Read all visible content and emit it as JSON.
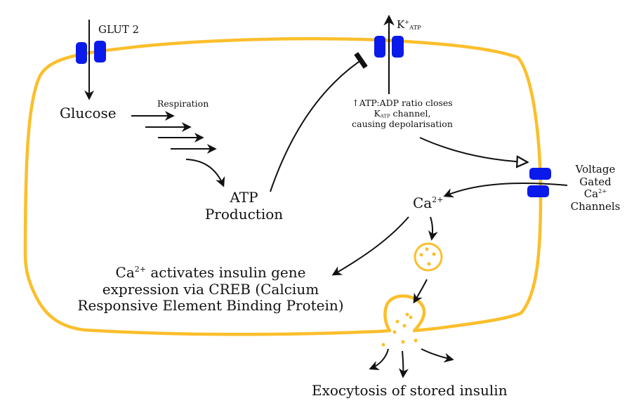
{
  "colors": {
    "membrane": "#fbbf2c",
    "channel": "#0a1aeb",
    "arrow": "#111111",
    "background": "#ffffff"
  },
  "labels": {
    "glut2": "GLUT 2",
    "glucose": "Glucose",
    "respiration": "Respiration",
    "atp_production_line1": "ATP",
    "atp_production_line2": "Production",
    "katp_k": "K",
    "katp_sup": "+",
    "katp_sub": "ATP",
    "ratio_arrow": "↑",
    "ratio_line1": "ATP:ADP ratio closes",
    "ratio_line2_k": "K",
    "ratio_line2_sub": "ATP",
    "ratio_line2_rest": " channel,",
    "ratio_line3": "causing depolarisation",
    "vgcc_line1": "Voltage",
    "vgcc_line2": "Gated",
    "vgcc_line3_base": "Ca",
    "vgcc_line3_sup": "2+",
    "vgcc_line4": "Channels",
    "calcium_base": "Ca",
    "calcium_sup": "2+",
    "creb_line1_base": "Ca",
    "creb_line1_sup": "2+",
    "creb_line1_rest": " activates insulin gene",
    "creb_line2": "expression via CREB (Calcium",
    "creb_line3": "Responsive Element Binding Protein)",
    "exocytosis": "Exocytosis of stored insulin"
  },
  "icons": {
    "glut2_channel": "transport-channel-icon",
    "katp_channel": "potassium-channel-icon",
    "vgcc_channel": "calcium-channel-icon",
    "vesicle": "insulin-vesicle-icon"
  }
}
